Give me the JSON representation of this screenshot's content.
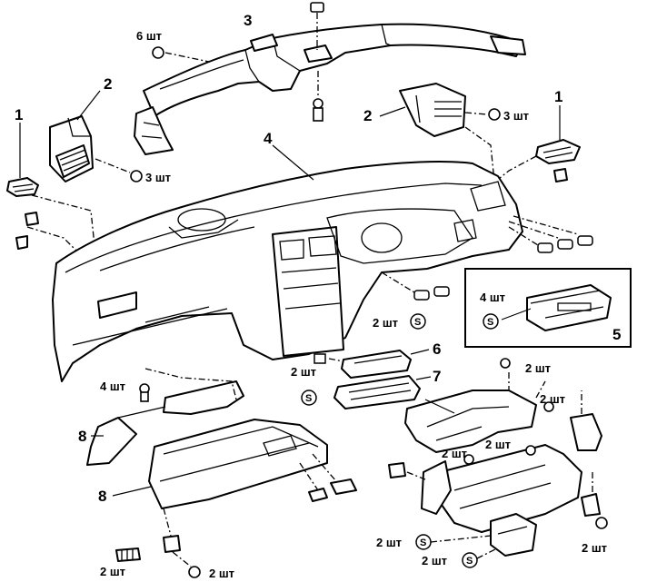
{
  "callouts": {
    "c1_left": "1",
    "c1_right": "1",
    "c2_left": "2",
    "c2_right": "2",
    "c3": "3",
    "c4": "4",
    "c5": "5",
    "c6": "6",
    "c7": "7",
    "c8_upper": "8",
    "c8_lower": "8"
  },
  "quantities": {
    "q_6_top": "6 шт",
    "q_3_left": "3 шт",
    "q_3_right": "3 шт",
    "q_4_inset": "4 шт",
    "q_2_center_s": "2 шт",
    "q_2_center": "2 шт",
    "q_4_lower": "4 шт",
    "q_2_r1": "2 шт",
    "q_2_r2": "2 шт",
    "q_2_mid": "2 шт",
    "q_2_mid2": "2 шт",
    "q_2_bottom_left1": "2 шт",
    "q_2_bottom_left2": "2 шт",
    "q_2_bottom_mid_s": "2 шт",
    "q_2_bottom_mid2_s": "2 шт",
    "q_2_bottom_right": "2 шт"
  },
  "symbols": {
    "s_mark": "S"
  },
  "icons": {
    "screw": "screw-icon",
    "clip": "clip-icon",
    "s_fastener": "s-fastener-icon"
  },
  "colors": {
    "line": "#000000",
    "background": "#ffffff"
  }
}
